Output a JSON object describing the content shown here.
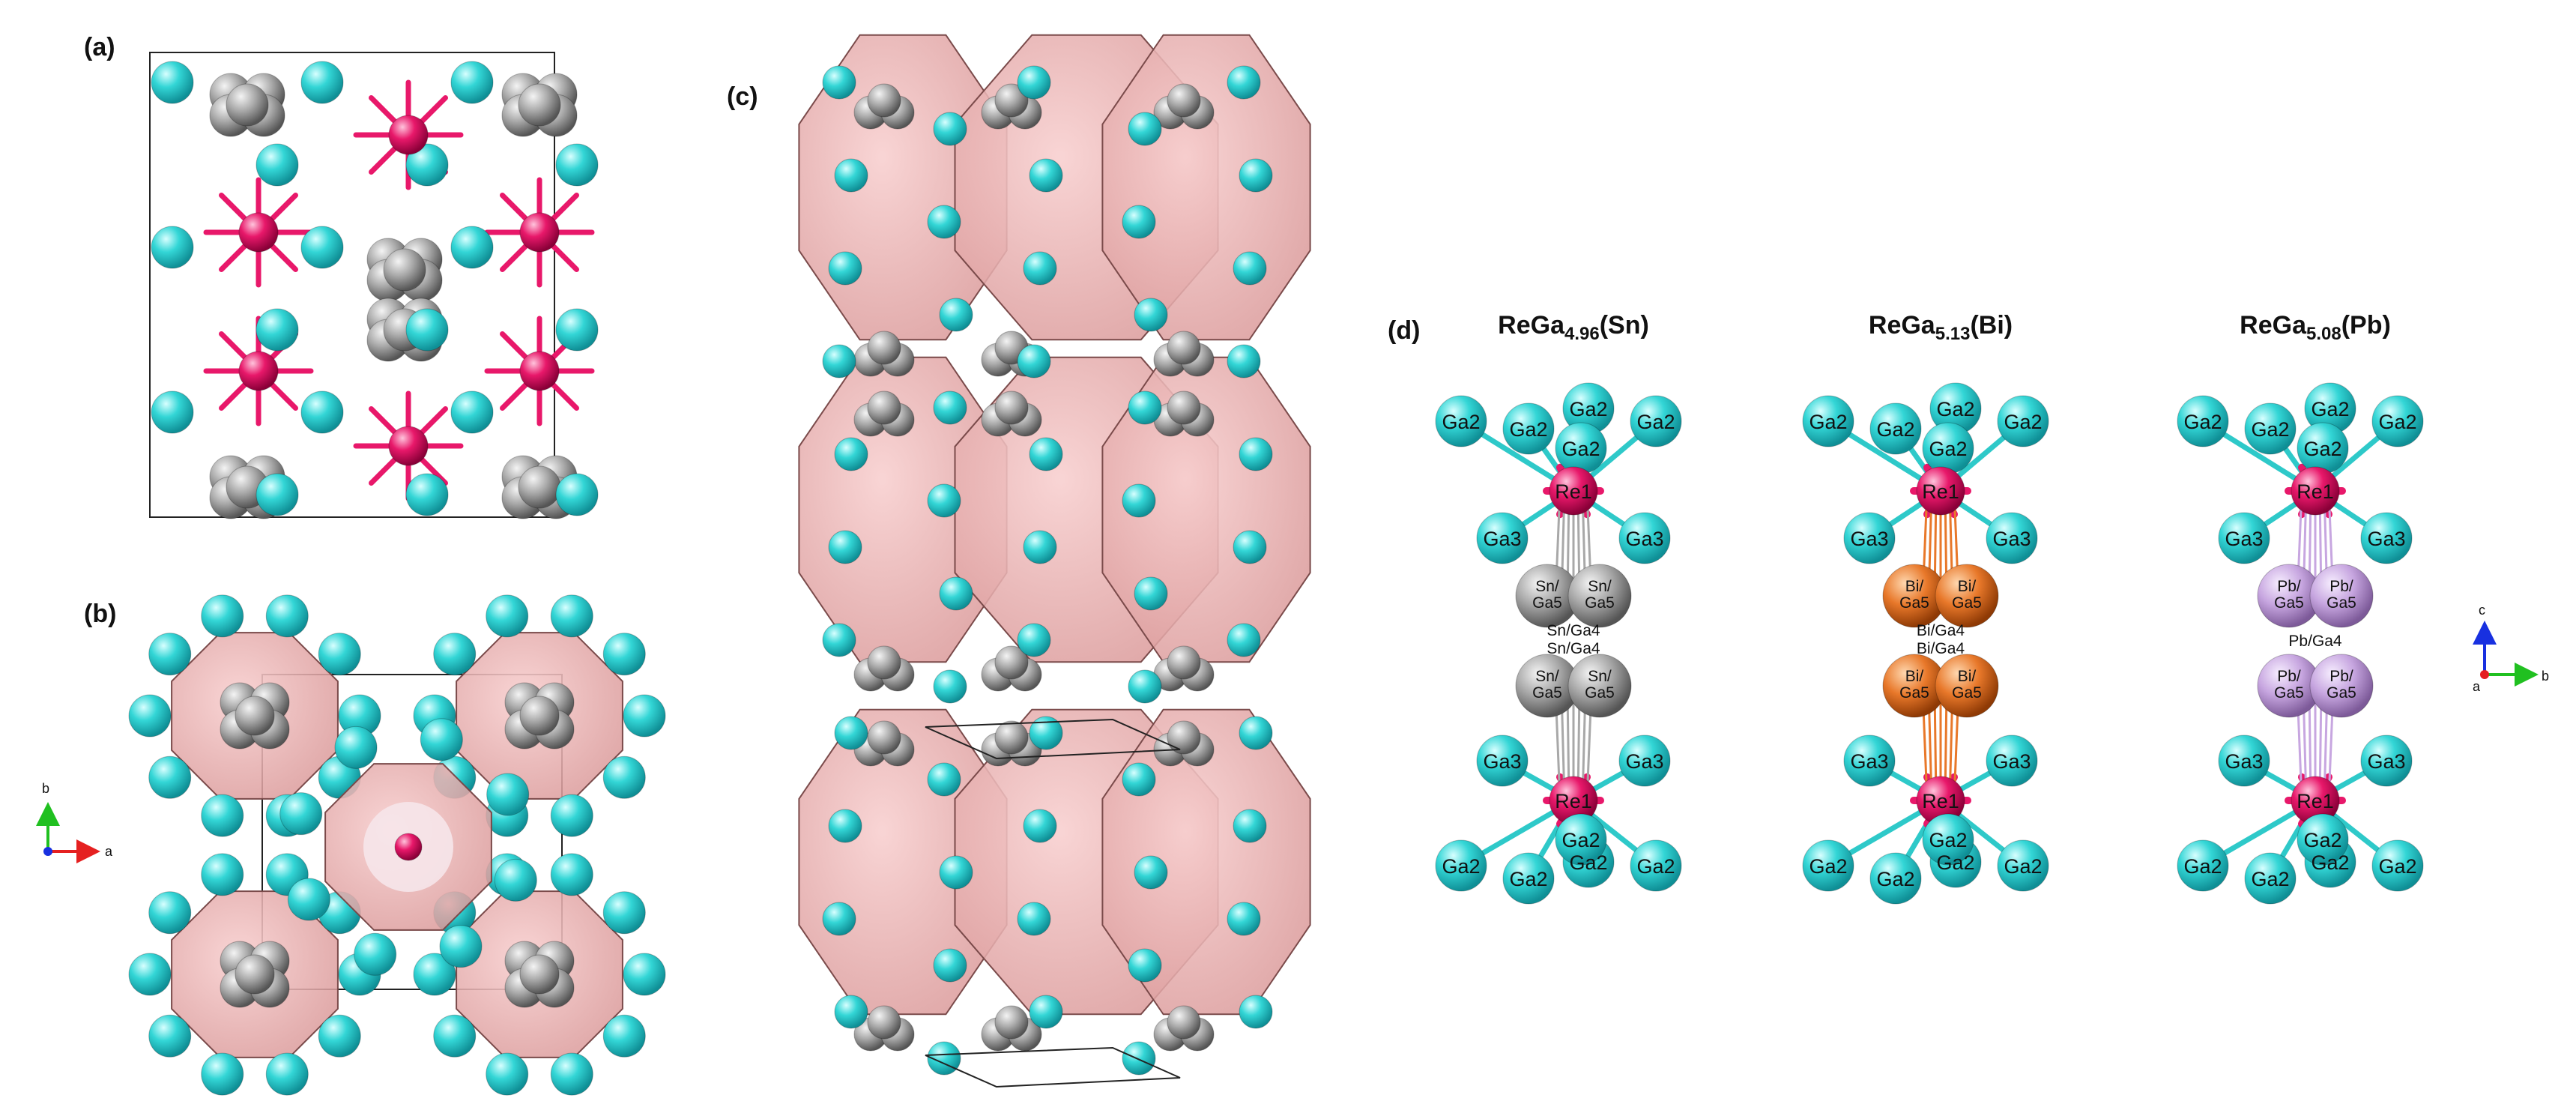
{
  "panels": {
    "a": {
      "label": "(a)"
    },
    "b": {
      "label": "(b)"
    },
    "c": {
      "label": "(c)"
    },
    "d": {
      "label": "(d)"
    }
  },
  "axes_ab": {
    "up": "b",
    "right": "a"
  },
  "axes_d": {
    "up": "c",
    "right": "b",
    "center": "a"
  },
  "columns": [
    {
      "title_main": "ReGa",
      "title_sub": "4.96",
      "title_tail": "(Sn)",
      "dopant_color": "#a8a8a8",
      "labels": {
        "ga2_top": [
          "Ga2",
          "Ga2",
          "Ga2",
          "Ga2",
          "Ga2"
        ],
        "re_top": "Re1",
        "ga3_top": [
          "Ga3",
          "Ga3"
        ],
        "pair_top": [
          "Sn/\nGa5",
          "Sn/\nGa5"
        ],
        "mid": [
          "Sn/Ga4",
          "Sn/Ga4"
        ],
        "pair_bottom": [
          "Sn/\nGa5",
          "Sn/\nGa5"
        ],
        "ga3_bottom": [
          "Ga3",
          "Ga3"
        ],
        "re_bottom": "Re1",
        "ga2_bottom": [
          "Ga2",
          "Ga2",
          "Ga2",
          "Ga2",
          "Ga2"
        ]
      }
    },
    {
      "title_main": "ReGa",
      "title_sub": "5.13",
      "title_tail": "(Bi)",
      "dopant_color": "#e8782a",
      "labels": {
        "ga2_top": [
          "Ga2",
          "Ga2",
          "Ga2",
          "Ga2",
          "Ga2"
        ],
        "re_top": "Re1",
        "ga3_top": [
          "Ga3",
          "Ga3"
        ],
        "pair_top": [
          "Bi/\nGa5",
          "Bi/\nGa5"
        ],
        "mid": [
          "Bi/Ga4",
          "Bi/Ga4"
        ],
        "pair_bottom": [
          "Bi/\nGa5",
          "Bi/\nGa5"
        ],
        "ga3_bottom": [
          "Ga3",
          "Ga3"
        ],
        "re_bottom": "Re1",
        "ga2_bottom": [
          "Ga2",
          "Ga2",
          "Ga2",
          "Ga2",
          "Ga2"
        ]
      }
    },
    {
      "title_main": "ReGa",
      "title_sub": "5.08",
      "title_tail": "(Pb)",
      "dopant_color": "#c7a6e0",
      "labels": {
        "ga2_top": [
          "Ga2",
          "Ga2",
          "Ga2",
          "Ga2",
          "Ga2"
        ],
        "re_top": "Re1",
        "ga3_top": [
          "Ga3",
          "Ga3"
        ],
        "pair_top": [
          "Pb/\nGa5",
          "Pb/\nGa5"
        ],
        "mid": [
          "Pb/Ga4"
        ],
        "pair_bottom": [
          "Pb/\nGa5",
          "Pb/\nGa5"
        ],
        "ga3_bottom": [
          "Ga3",
          "Ga3"
        ],
        "re_bottom": "Re1",
        "ga2_bottom": [
          "Ga2",
          "Ga2",
          "Ga2",
          "Ga2",
          "Ga2"
        ]
      }
    }
  ],
  "colors": {
    "ga": "#33d6d6",
    "re": "#e8186a",
    "gray": "#9a9a9a",
    "poly": "#e9a6a6",
    "polyEdge": "#7a4a4a",
    "bond_ga": "#2ec9c9"
  }
}
